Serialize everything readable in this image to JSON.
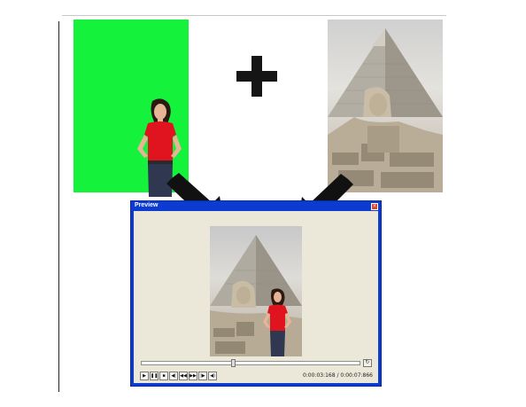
{
  "preview_window": {
    "title": "Preview",
    "timecode": "0:00:03:168 / 0:00:07:866",
    "controls": [
      {
        "icon": "play-icon",
        "glyph": "▶"
      },
      {
        "icon": "pause-icon",
        "glyph": "❚❚"
      },
      {
        "icon": "stop-icon",
        "glyph": "■"
      },
      {
        "icon": "previous-frame-icon",
        "glyph": "◀|"
      },
      {
        "icon": "rewind-icon",
        "glyph": "◀◀"
      },
      {
        "icon": "fast-forward-icon",
        "glyph": "▶▶"
      },
      {
        "icon": "next-frame-icon",
        "glyph": "|▶"
      },
      {
        "icon": "volume-icon",
        "glyph": "◀)"
      }
    ],
    "loop_glyph": "↻",
    "close_glyph": "×",
    "seek_position": 0.42
  },
  "colors": {
    "green_screen": "#15f23b",
    "title_bar": "#0b3bd1",
    "window_body": "#ebe8d9",
    "arrow": "#111111"
  }
}
